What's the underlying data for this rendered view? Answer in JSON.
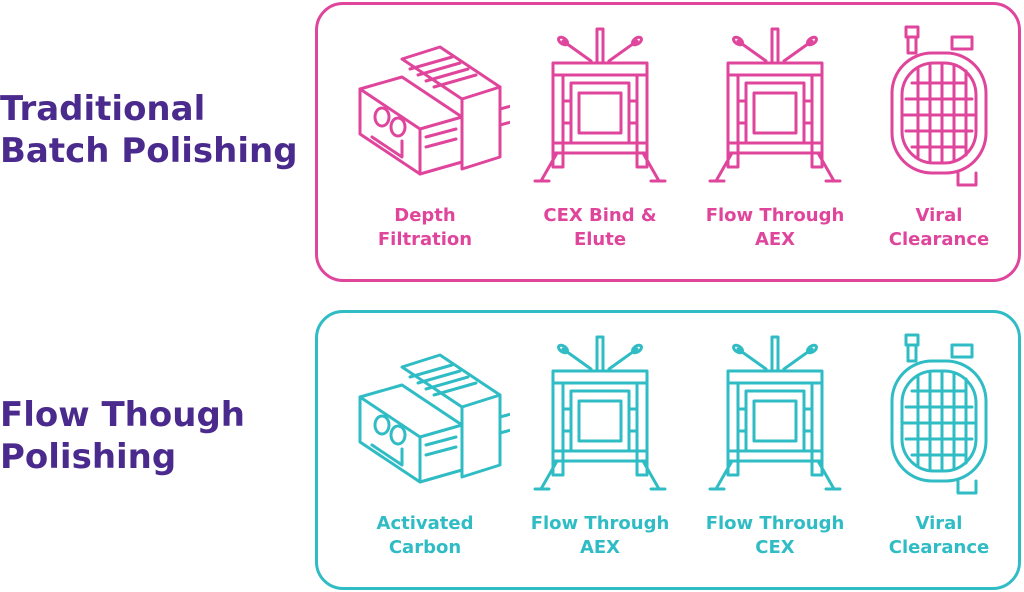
{
  "rows": [
    {
      "title_lines": [
        "Traditional",
        "Batch Polishing"
      ],
      "color": "#e0459c",
      "items": [
        {
          "icon": "depth-filter-icon",
          "caption_lines": [
            "Depth",
            "Filtration"
          ]
        },
        {
          "icon": "chromatography-press-icon",
          "caption_lines": [
            "CEX Bind &",
            "Elute"
          ]
        },
        {
          "icon": "chromatography-press-icon",
          "caption_lines": [
            "Flow Through",
            "AEX"
          ]
        },
        {
          "icon": "viral-filter-icon",
          "caption_lines": [
            "Viral",
            "Clearance"
          ]
        }
      ]
    },
    {
      "title_lines": [
        "Flow Though",
        "Polishing"
      ],
      "color": "#2fbcc4",
      "items": [
        {
          "icon": "depth-filter-icon",
          "caption_lines": [
            "Activated",
            "Carbon"
          ]
        },
        {
          "icon": "chromatography-press-icon",
          "caption_lines": [
            "Flow Through",
            "AEX"
          ]
        },
        {
          "icon": "chromatography-press-icon",
          "caption_lines": [
            "Flow Through",
            "CEX"
          ]
        },
        {
          "icon": "viral-filter-icon",
          "caption_lines": [
            "Viral",
            "Clearance"
          ]
        }
      ]
    }
  ],
  "title_color": "#4a2a8c"
}
